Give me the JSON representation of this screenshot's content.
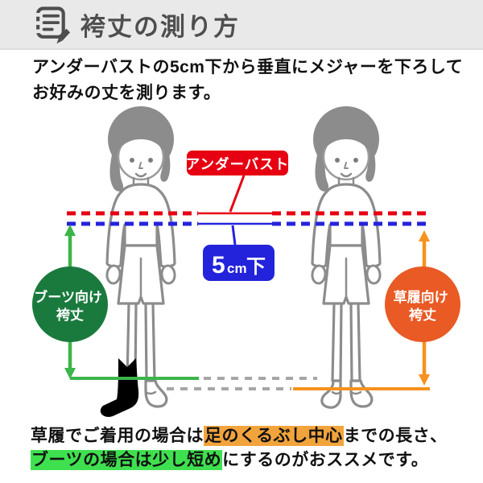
{
  "colors": {
    "header_bg": "#e9e9e9",
    "title": "#4e4e4e",
    "red": "#e60012",
    "blue": "#2323dc",
    "green": "#3cb54a",
    "green_dark": "#1a7a3e",
    "orange": "#f6921e",
    "orange_dark": "#e95a24",
    "gray_line": "#a6a6a6",
    "figure": "#8c8c8c",
    "highlight_orange": "#f2a43c",
    "highlight_green": "#3fe04f"
  },
  "header": {
    "title": "袴丈の測り方",
    "icon": "clipboard-pencil-icon"
  },
  "intro": {
    "line1": "アンダーバストの5cm下から垂直にメジャーを下ろして",
    "line2": "お好みの丈を測ります。"
  },
  "diagram": {
    "underbust_label": "アンダーバスト",
    "below_label": {
      "number": "5",
      "unit": "cm",
      "suffix": "下"
    },
    "boots_badge": {
      "line1": "ブーツ向け",
      "line2": "袴丈"
    },
    "zori_badge": {
      "line1": "草履向け",
      "line2": "袴丈"
    }
  },
  "footer": {
    "line1_pre": "草履でご着用の場合は",
    "line1_highlight": "足のくるぶし中心",
    "line1_post": "までの長さ、",
    "line2_highlight": "ブーツの場合は少し短め",
    "line2_post": "にするのがおススメです。"
  }
}
